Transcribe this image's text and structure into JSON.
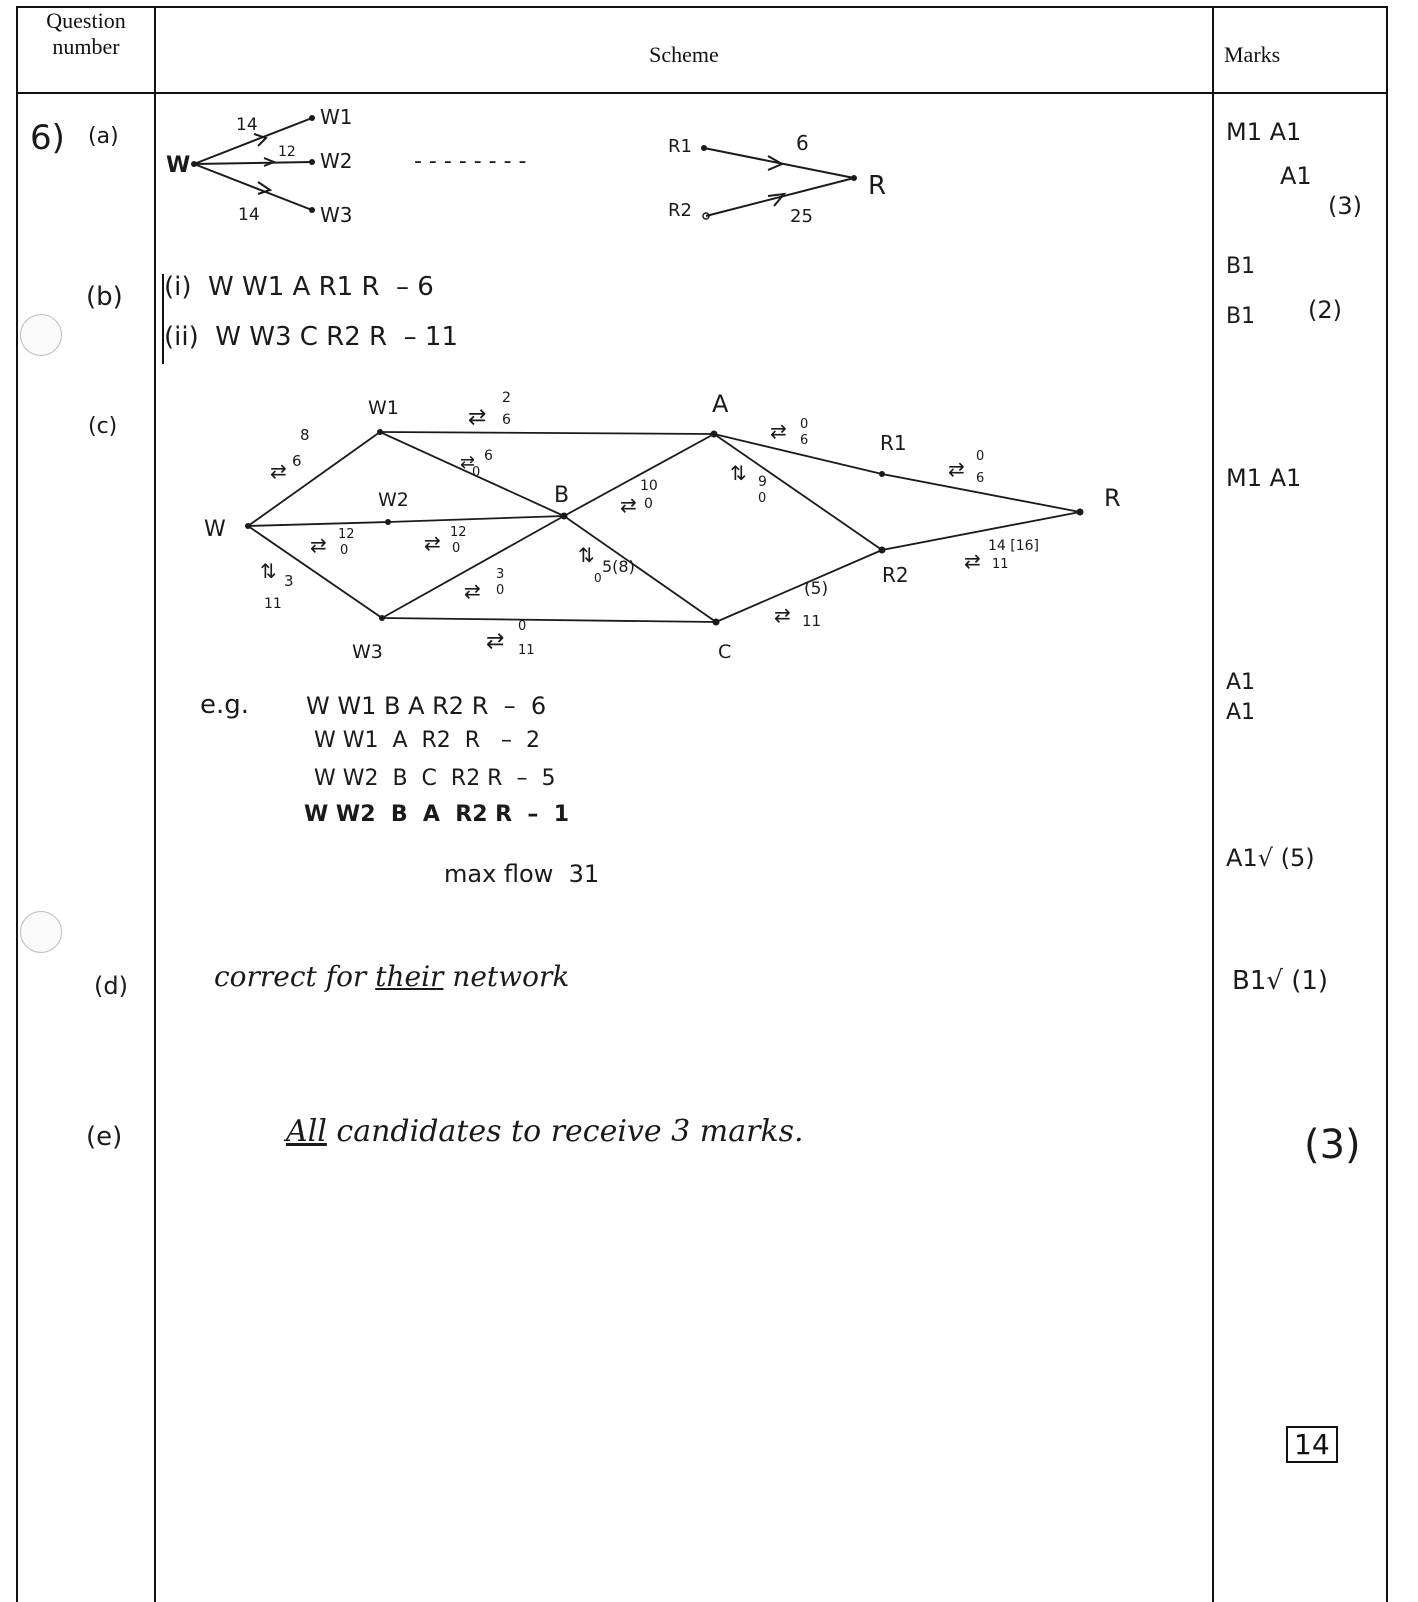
{
  "header": {
    "question_number_label": "Question\nnumber",
    "scheme_label": "Scheme",
    "marks_label": "Marks"
  },
  "question": "6)",
  "parts": {
    "a": {
      "label": "(a)",
      "left_diagram": {
        "source": "W",
        "nodes": [
          "W1",
          "W2",
          "W3"
        ],
        "capacities": [
          "14",
          "12",
          "14"
        ]
      },
      "dashes": "- - - - - - - -",
      "right_diagram": {
        "sink": "R",
        "nodes": [
          "R1",
          "R2"
        ],
        "capacities": [
          "6",
          "25"
        ]
      },
      "marks": [
        "M1 A1",
        "A1",
        "(3)"
      ]
    },
    "b": {
      "label": "(b)",
      "lines": [
        "(i)  W W1 A R1 R  – 6",
        "(ii)  W W3 C R2 R  – 11"
      ],
      "marks": [
        "B1",
        "B1",
        "(2)"
      ]
    },
    "c": {
      "label": "(c)",
      "network": {
        "nodes": [
          "W",
          "W1",
          "W2",
          "W3",
          "A",
          "B",
          "C",
          "R1",
          "R2",
          "R"
        ],
        "edge_labels": {
          "W_W1": [
            "8",
            "6"
          ],
          "W_W2": [
            "12",
            "0",
            "12",
            "0"
          ],
          "W_W3": [
            "3",
            "11"
          ],
          "W1_A": [
            "2",
            "6"
          ],
          "W1_B": [
            "6",
            "0"
          ],
          "W3_B": [
            "3",
            "0"
          ],
          "W3_C": [
            "0",
            "11"
          ],
          "B_A": [
            "10",
            "0"
          ],
          "B_C": [
            "5(8)",
            "0"
          ],
          "A_R1": [
            "0",
            "6"
          ],
          "A_R2": [
            "9",
            "0"
          ],
          "R1_R": [
            "0",
            "6"
          ],
          "C_R2": [
            "(5)",
            "11"
          ],
          "R2_R": [
            "14 [16]",
            "11"
          ]
        }
      },
      "eg_label": "e.g.",
      "paths": [
        "W W1 B A R2 R  –  6",
        "W W1  A  R2  R   –  2",
        "W W2  B  C  R2 R  –  5",
        "W W2  B  A  R2 R  –  1"
      ],
      "max_flow": "max flow  31",
      "marks": [
        "M1 A1",
        "A1",
        "A1",
        "A1√ (5)"
      ]
    },
    "d": {
      "label": "(d)",
      "text_prefix": "correct for ",
      "text_underlined": "their",
      "text_suffix": " network",
      "marks": [
        "B1√ (1)"
      ]
    },
    "e": {
      "label": "(e)",
      "text_underlined": "All",
      "text_suffix": " candidates to receive 3 marks.",
      "marks": [
        "(3)"
      ]
    }
  },
  "total": "14"
}
